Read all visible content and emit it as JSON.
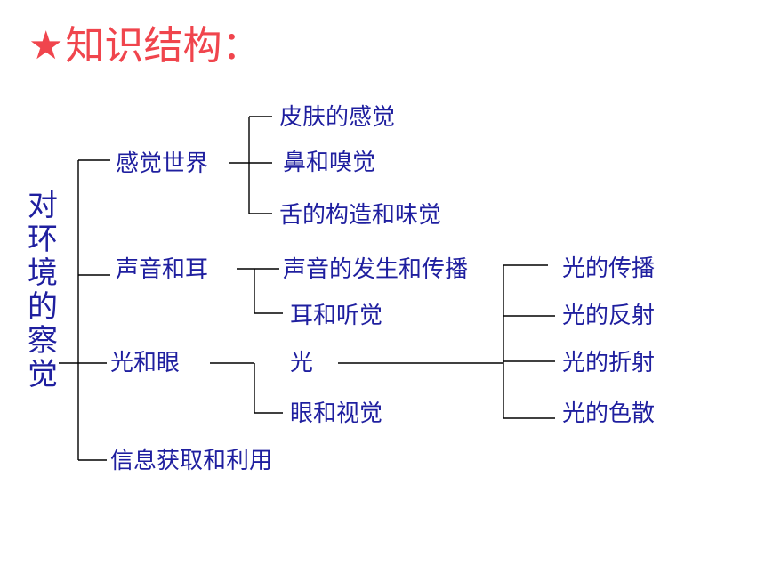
{
  "title": {
    "star": "★",
    "text": "知识结构："
  },
  "root": "对\n环\n境\n的\n察\n觉",
  "level1": {
    "sense_world": "感觉世界",
    "sound_ear": "声音和耳",
    "light_eye": "光和眼",
    "info": "信息获取和利用"
  },
  "level2": {
    "skin": "皮肤的感觉",
    "nose": "鼻和嗅觉",
    "tongue": "舌的构造和味觉",
    "sound_origin": "声音的发生和传播",
    "ear_hearing": "耳和听觉",
    "light": "光",
    "eye_vision": "眼和视觉"
  },
  "level3": {
    "propagation": "光的传播",
    "reflection": "光的反射",
    "refraction": "光的折射",
    "dispersion": "光的色散"
  },
  "colors": {
    "title": "#f0454d",
    "text": "#1f1f9f",
    "lines": "#000000"
  }
}
